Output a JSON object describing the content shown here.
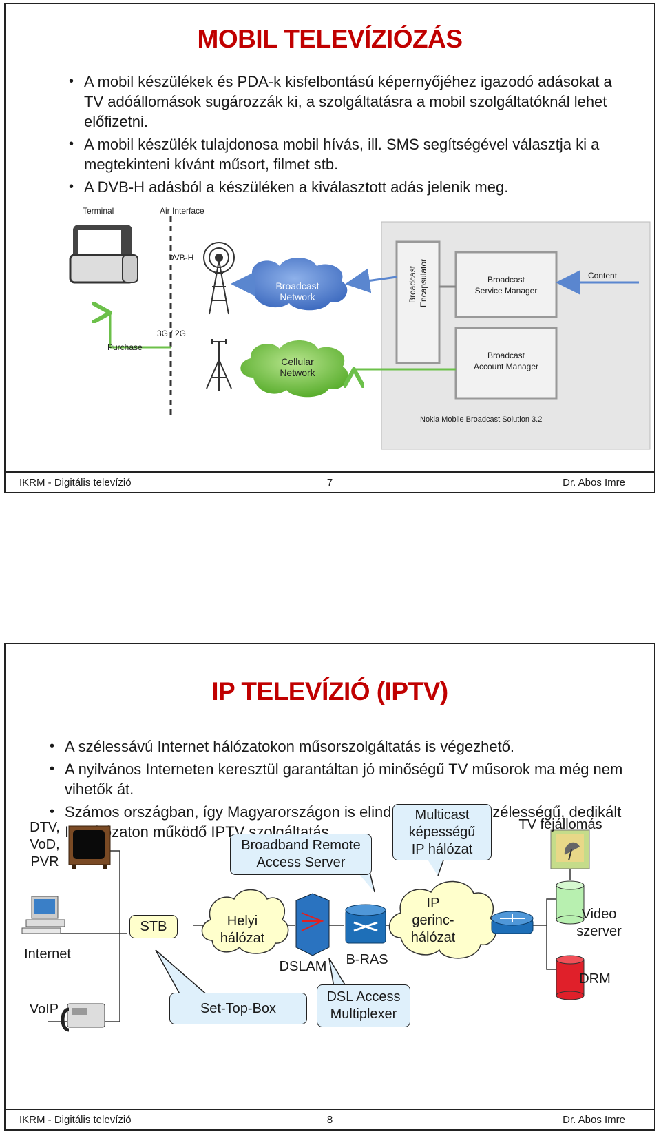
{
  "slide7": {
    "title": "MOBIL TELEVÍZIÓZÁS",
    "bullets": [
      "A mobil készülékek és PDA-k kisfelbontású képernyőjéhez igazodó adásokat a TV adóállomások sugározzák ki, a szolgáltatásra a mobil szolgáltatóknál lehet előfizetni.",
      "A mobil készülék tulajdonosa mobil hívás, ill. SMS segítségével választja ki a megtekinteni kívánt műsort, filmet stb.",
      "A DVB-H adásból a készüléken a kiválasztott adás jelenik meg."
    ],
    "diagram": {
      "terminal": "Terminal",
      "air_interface": "Air Interface",
      "dvbh": "DVB-H",
      "g3g2": "3G / 2G",
      "purchase": "Purchase",
      "broadcast_network": [
        "Broadcast",
        "Network"
      ],
      "cellular_network": [
        "Cellular",
        "Network"
      ],
      "broadcast_encapsulator": [
        "Broadcast",
        "Encapsulator"
      ],
      "service_manager": [
        "Broadcast",
        "Service Manager"
      ],
      "account_manager": [
        "Broadcast",
        "Account Manager"
      ],
      "content": "Content",
      "solution": "Nokia Mobile Broadcast Solution 3.2"
    },
    "footer": {
      "left": "IKRM - Digitális televízió",
      "page": "7",
      "right": "Dr. Abos Imre"
    }
  },
  "slide8": {
    "title": "IP TELEVÍZIÓ (IPTV)",
    "bullets": [
      "A szélessávú Internet hálózatokon műsorszolgáltatás is végezhető.",
      "A nyilvános Interneten keresztül garantáltan jó minőségű TV műsorok ma még nem vihetők át.",
      "Számos országban, így Magyarországon is elindult a nagy sávszélességű, dedikált IP hálózaton működő IPTV szolgáltatás."
    ],
    "diagram": {
      "dtv": [
        "DTV,",
        "VoD,",
        "PVR"
      ],
      "internet": "Internet",
      "voip": "VoIP",
      "stb": "STB",
      "local_net": [
        "Helyi",
        "hálózat"
      ],
      "dslam": "DSLAM",
      "bras": "B-RAS",
      "ip_core": [
        "IP",
        "gerinc-",
        "hálózat"
      ],
      "video_server": [
        "Video",
        "szerver"
      ],
      "drm": "DRM",
      "headend": "TV fejállomás",
      "callout_bras": [
        "Broadband Remote",
        "Access Server"
      ],
      "callout_multicast": [
        "Multicast",
        "képességű",
        "IP hálózat"
      ],
      "callout_stb": "Set-Top-Box",
      "callout_dslam": [
        "DSL Access",
        "Multiplexer"
      ]
    },
    "footer": {
      "left": "IKRM - Digitális televízió",
      "page": "8",
      "right": "Dr. Abos Imre"
    }
  },
  "colors": {
    "title_red": "#c00000",
    "cloud_blue": "#5a86cf",
    "cloud_green": "#7cc24e",
    "cloud_yellow": "#ffffcc",
    "callout_blue": "#dff0fb",
    "router_blue": "#1e6fb8",
    "server_green": "#b8f0b0",
    "server_red": "#e0202a"
  }
}
